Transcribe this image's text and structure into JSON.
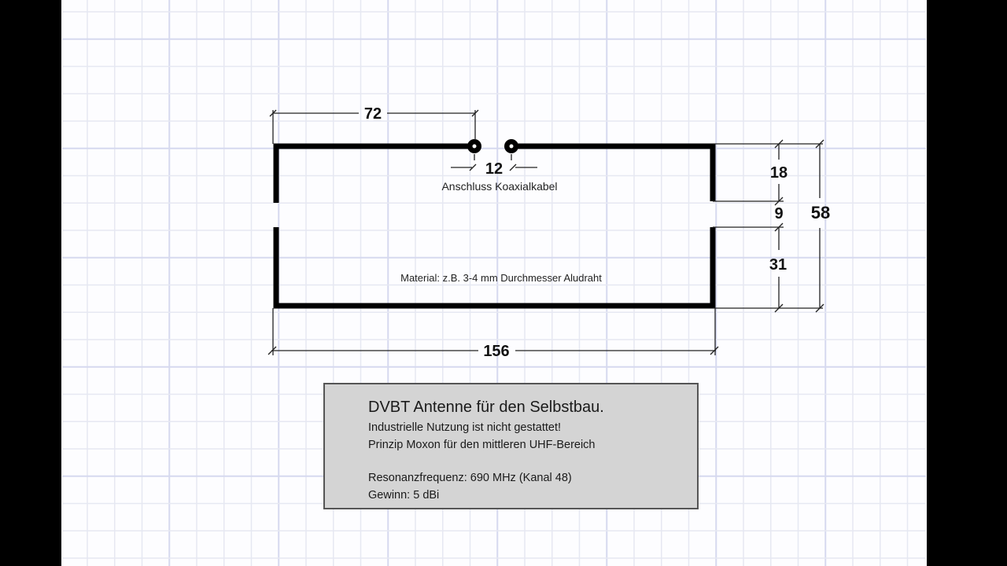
{
  "dimensions": {
    "feed_offset": "72",
    "feed_gap": "12",
    "upper_side": "18",
    "side_gap": "9",
    "lower_side": "31",
    "total_height": "58",
    "total_width": "156"
  },
  "labels": {
    "coax_connection": "Anschluss Koaxialkabel",
    "material": "Material: z.B. 3-4 mm Durchmesser Aludraht"
  },
  "info_box": {
    "title": "DVBT Antenne für den Selbstbau.",
    "line1": "Industrielle Nutzung ist nicht gestattet!",
    "line2": "Prinzip Moxon für den mittleren UHF-Bereich",
    "line3": "Resonanzfrequenz: 690 MHz (Kanal 48)",
    "line4": "Gewinn: 5 dBi"
  },
  "colors": {
    "grid_minor": "#e6e8f2",
    "grid_major": "#d6d9ef",
    "box_fill": "#d4d4d4",
    "wire": "#000000"
  }
}
